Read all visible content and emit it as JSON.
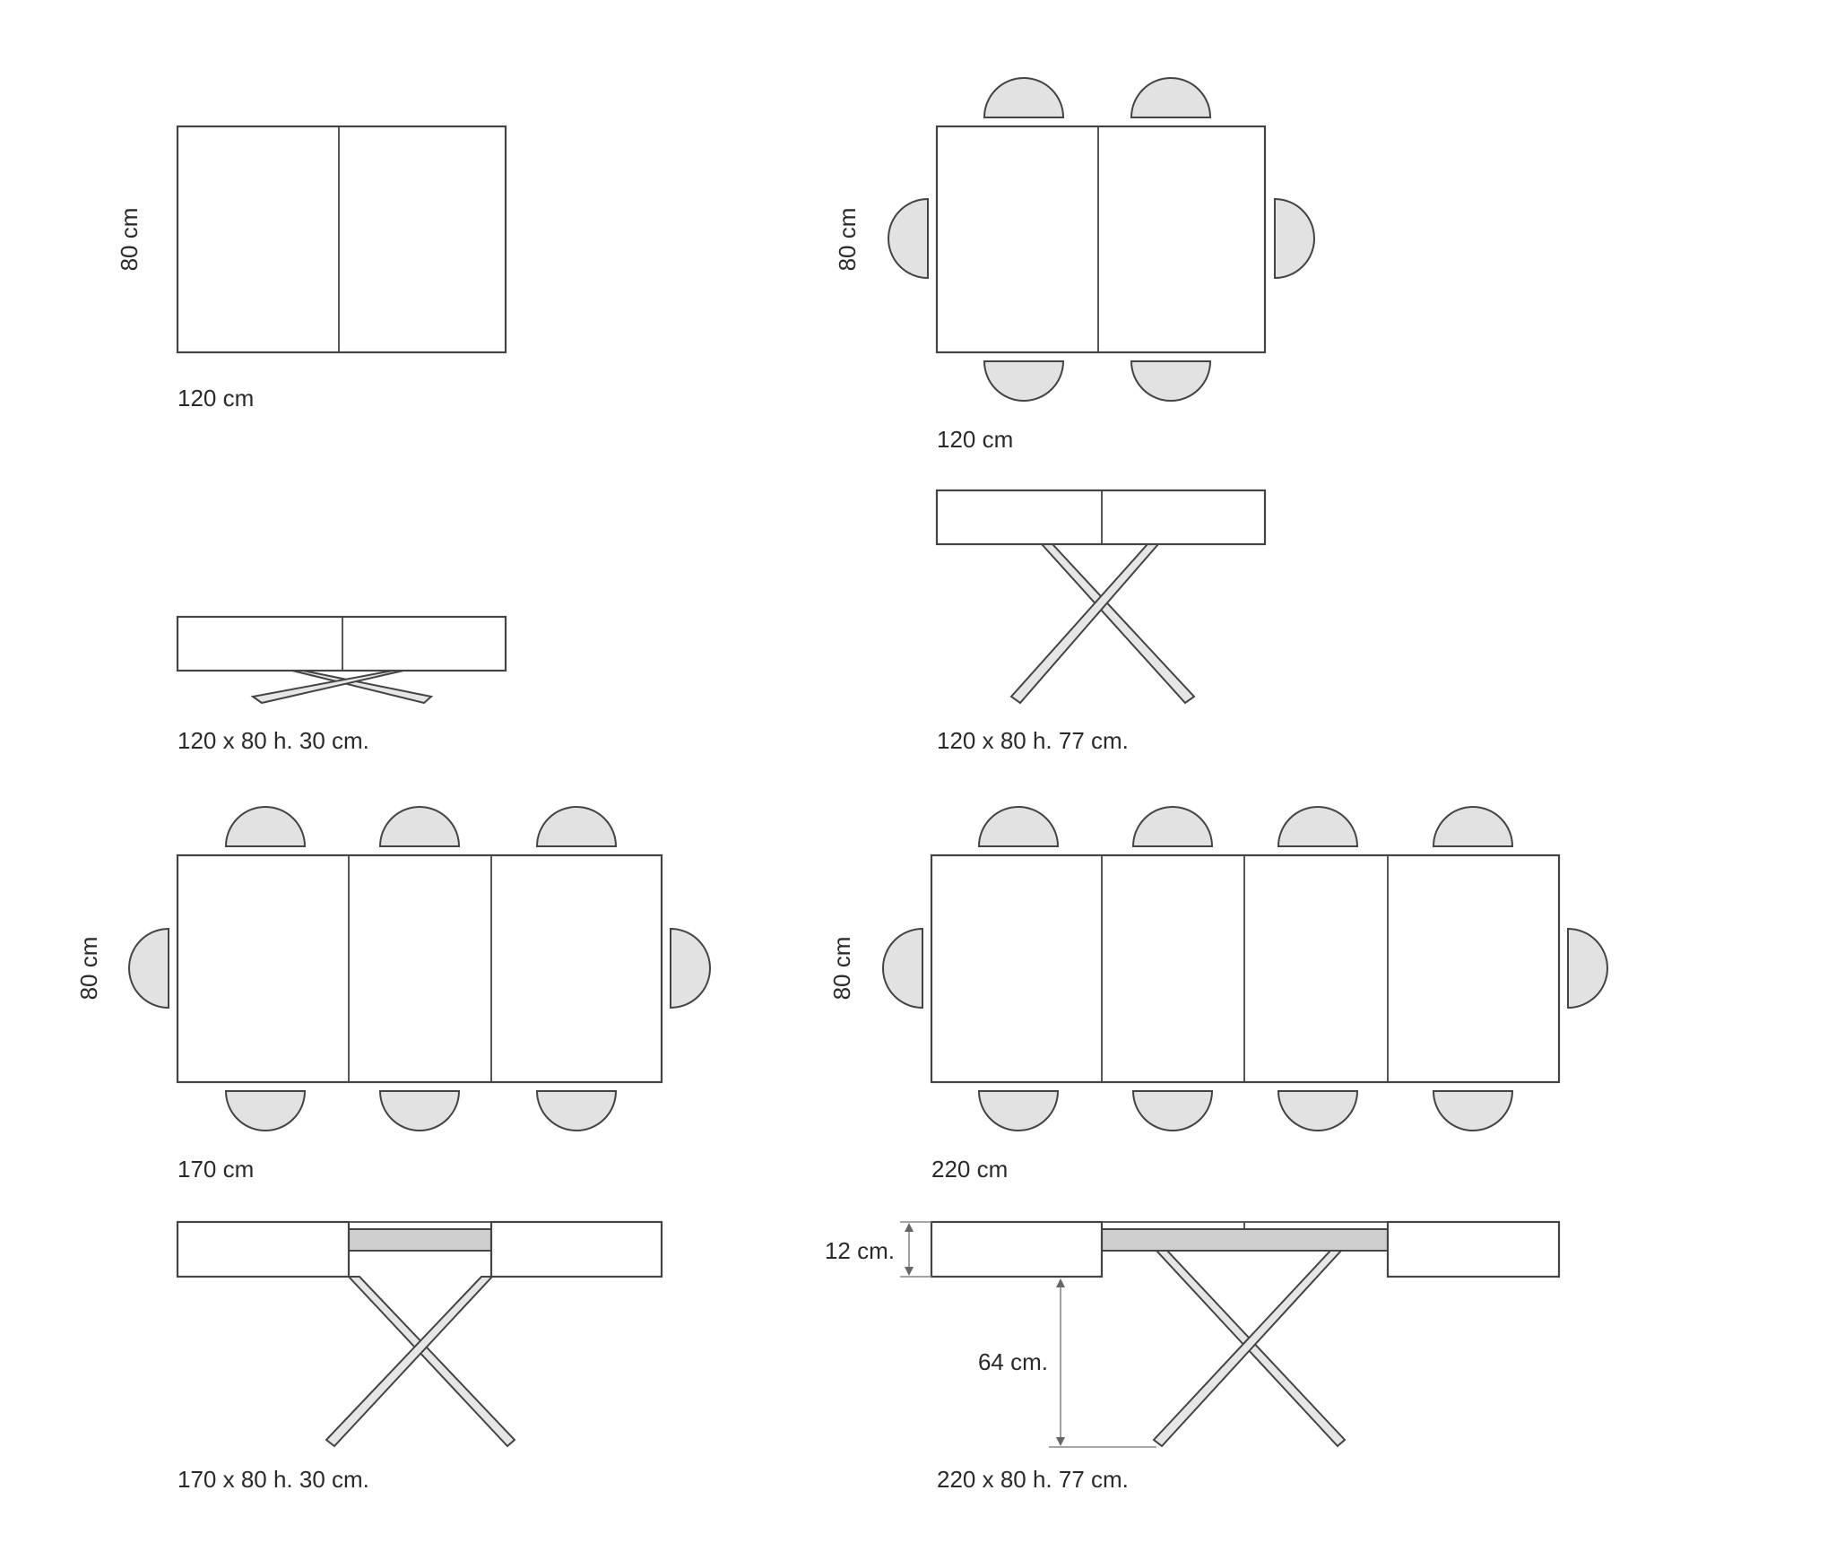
{
  "diagrams": {
    "compact_top": {
      "width_label": "120 cm",
      "depth_label": "80 cm"
    },
    "compact_seated_top": {
      "width_label": "120 cm",
      "depth_label": "80 cm"
    },
    "low_side": {
      "caption": "120 x 80 h. 30 cm."
    },
    "high_side": {
      "caption": "120 x 80 h. 77 cm."
    },
    "ext170_top": {
      "width_label": "170 cm",
      "depth_label": "80 cm"
    },
    "ext220_top": {
      "width_label": "220 cm",
      "depth_label": "80 cm"
    },
    "ext170_side": {
      "caption": "170 x 80 h. 30 cm."
    },
    "ext220_side": {
      "caption": "220 x 80 h. 77 cm.",
      "top_thickness_label": "12 cm.",
      "leg_height_label": "64 cm."
    }
  },
  "colors": {
    "outline": "#444444",
    "chair_fill": "#e2e2e2",
    "extension_fill": "#cfcfcf",
    "text": "#2a2a2a"
  }
}
